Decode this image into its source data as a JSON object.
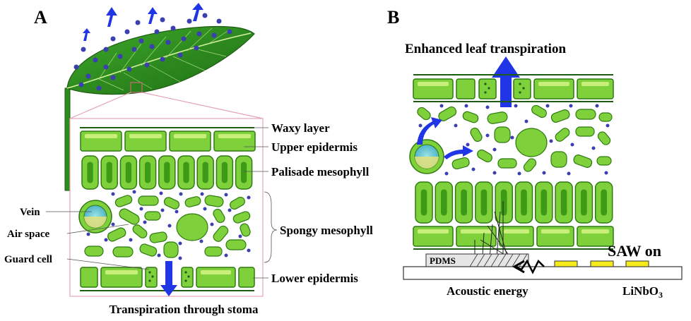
{
  "panel_a": {
    "letter": "A",
    "labels": {
      "waxy_layer": "Waxy layer",
      "upper_epidermis": "Upper epidermis",
      "palisade": "Palisade mesophyll",
      "spongy": "Spongy mesophyll",
      "lower_epidermis": "Lower epidermis",
      "vein": "Vein",
      "air_space": "Air space",
      "guard_cell": "Guard cell"
    },
    "caption": "Transpiration through stoma"
  },
  "panel_b": {
    "letter": "B",
    "title": "Enhanced leaf transpiration",
    "saw": "SAW on",
    "pdms": "PDMS",
    "acoustic": "Acoustic energy",
    "substrate": "LiNbO",
    "substrate_sub": "3"
  },
  "colors": {
    "cell_fill": "#7ed13b",
    "cell_inner": "#c8ef7a",
    "cell_stroke": "#2f7a12",
    "dark_cell": "#3c9a17",
    "droplet": "#3b3fb0",
    "arrow": "#1f35e6",
    "leaf": "#2e8b1e",
    "zoom_frame": "#e7a3b8",
    "electrode": "#f4ea1c"
  }
}
